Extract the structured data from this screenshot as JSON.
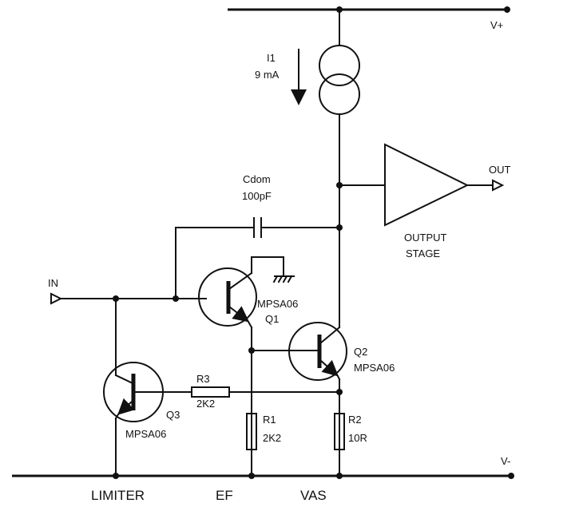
{
  "rails": {
    "positive": "V+",
    "negative": "V-"
  },
  "current_source": {
    "name": "I1",
    "value": "9 mA"
  },
  "capacitor": {
    "name": "Cdom",
    "value": "100pF"
  },
  "output_stage": {
    "line1": "OUTPUT",
    "line2": "STAGE",
    "output": "OUT"
  },
  "input": {
    "label": "IN"
  },
  "q1": {
    "part": "MPSA06",
    "name": "Q1"
  },
  "q2": {
    "name": "Q2",
    "part": "MPSA06"
  },
  "q3": {
    "name": "Q3",
    "part": "MPSA06"
  },
  "r1": {
    "name": "R1",
    "value": "2K2"
  },
  "r2": {
    "name": "R2",
    "value": "10R"
  },
  "r3": {
    "name": "R3",
    "value": "2K2"
  },
  "sections": {
    "limiter": "LIMITER",
    "ef": "EF",
    "vas": "VAS"
  },
  "colors": {
    "ink": "#111111",
    "background": "#ffffff"
  }
}
